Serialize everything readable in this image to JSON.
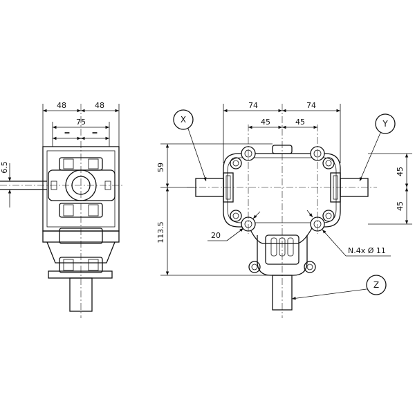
{
  "side_view": {
    "dim_top_left": "48",
    "dim_top_right": "48",
    "dim_width": "75",
    "equal_left": "=",
    "equal_right": "=",
    "dim_shaft_offset": "6.5"
  },
  "front_view": {
    "dim_top_left": "74",
    "dim_top_right": "74",
    "dim_inner_left": "45",
    "dim_inner_right": "45",
    "dim_height_upper": "59",
    "dim_height_total": "113.5",
    "dim_right_upper": "45",
    "dim_right_lower": "45",
    "dim_hole_left": "20",
    "hole_note": "N.4x Ø 11"
  },
  "callouts": {
    "x": "X",
    "y": "Y",
    "z": "Z"
  }
}
